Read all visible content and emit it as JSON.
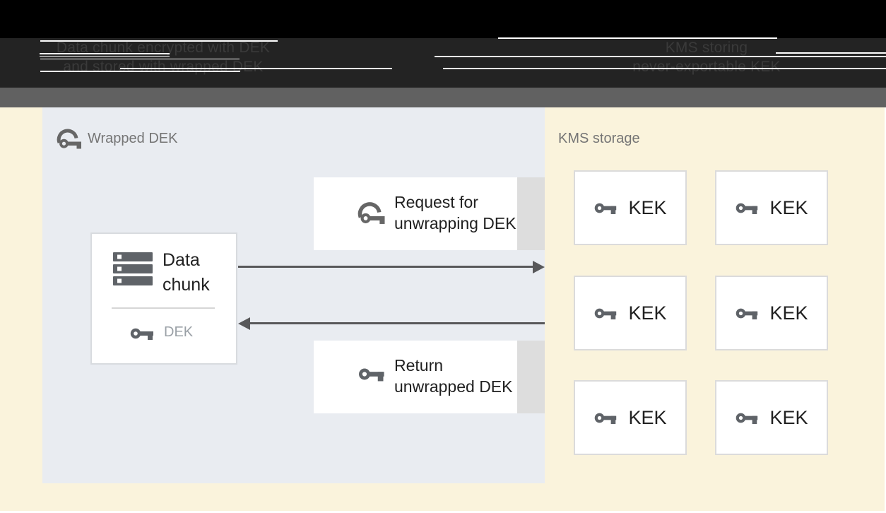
{
  "header": {
    "left_caption": {
      "line1": "Data chunk encrypted with DEK",
      "line2": "and stored with wrapped DEK"
    },
    "right_caption": {
      "line1": "KMS storing",
      "line2": "never-exportable KEK"
    }
  },
  "wrapped_dek_panel": {
    "title": "Wrapped DEK",
    "data_chunk_box": {
      "title_line1": "Data",
      "title_line2": "chunk",
      "key_label": "DEK"
    },
    "request_box": {
      "line1": "Request for",
      "line2": "unwrapping DEK"
    },
    "return_box": {
      "line1": "Return",
      "line2": "unwrapped DEK"
    }
  },
  "kms": {
    "title": "KMS storage",
    "kek_boxes": [
      "KEK",
      "KEK",
      "KEK",
      "KEK",
      "KEK",
      "KEK"
    ]
  },
  "icons": {
    "wrapped_key": "wrapped-key-icon",
    "key": "key-icon",
    "data_chunk": "server-stack-icon"
  },
  "colors": {
    "background_yellow": "#FAF3DC",
    "panel_blue_gray": "#E9ECF1",
    "header_black": "#232323",
    "header_top_black": "#000000",
    "gray_bar": "#616161",
    "box_white": "#FFFFFF",
    "box_border": "#D8DBDF",
    "box_gray_extension": "#DDDDDD",
    "icon_gray": "#5F6368",
    "label_gray": "#757575",
    "dek_text_gray": "#9AA0A6",
    "dark_text": "#212121",
    "arrow_gray": "#58585A",
    "header_caption_text": "#3A3A3A"
  }
}
